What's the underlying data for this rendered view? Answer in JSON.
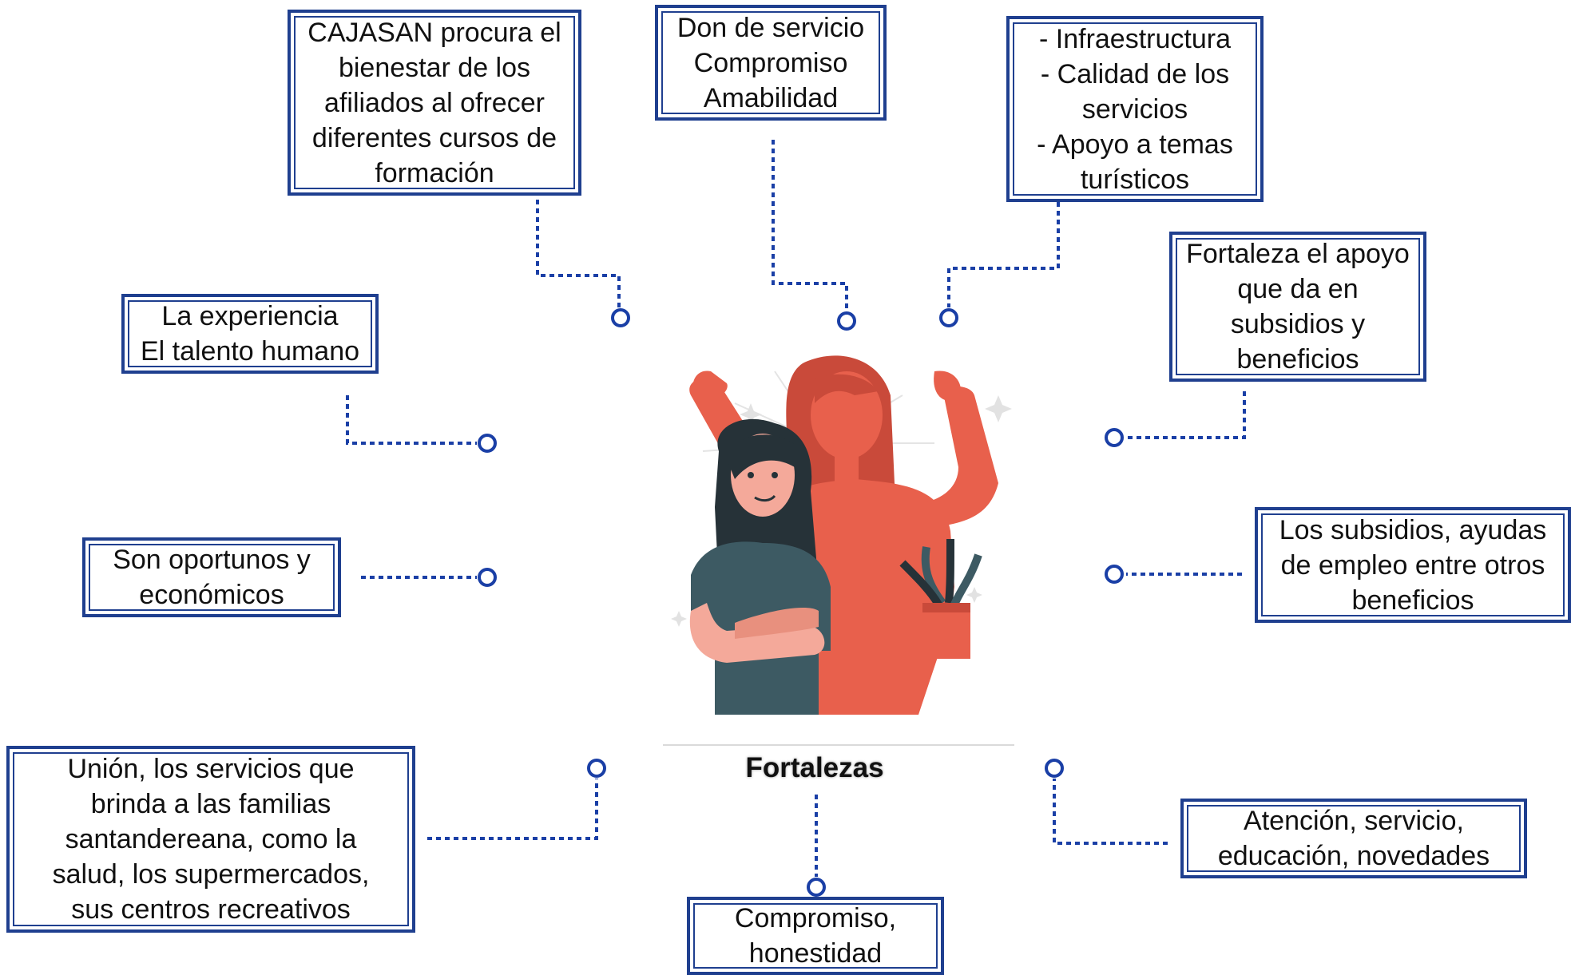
{
  "center": {
    "label": "Fortalezas"
  },
  "boxes": {
    "cajasan": "CAJASAN procura el\nbienestar de los\nafiliados al ofrecer\ndiferentes cursos de\nformación",
    "don": "Don de servicio\nCompromiso\nAmabilidad",
    "infra": "- Infraestructura\n- Calidad de los\nservicios\n- Apoyo a temas\nturísticos",
    "fortaleza": "Fortaleza el apoyo\nque da en\nsubsidios y\nbeneficios",
    "experiencia": "La experiencia\nEl talento humano",
    "oportunos": "Son oportunos y\neconómicos",
    "subsidios": "Los subsidios, ayudas\nde empleo entre otros\nbeneficios",
    "union": "Unión, los servicios que\nbrinda a las familias\nsantandereana, como la\nsalud, los supermercados,\nsus centros recreativos",
    "compromiso": "Compromiso,\nhonestidad",
    "atencion": "Atención, servicio,\neducación, novedades"
  },
  "colors": {
    "border": "#1f3f8f",
    "connector": "#1a3fa6",
    "woman_coral": "#e8604c",
    "woman_coral_dark": "#c94a3a",
    "girl_shirt": "#3d5a63",
    "hair_dark": "#263238",
    "skin": "#f4a99a"
  },
  "icons": {
    "illustration": "strong-women-illustration"
  }
}
